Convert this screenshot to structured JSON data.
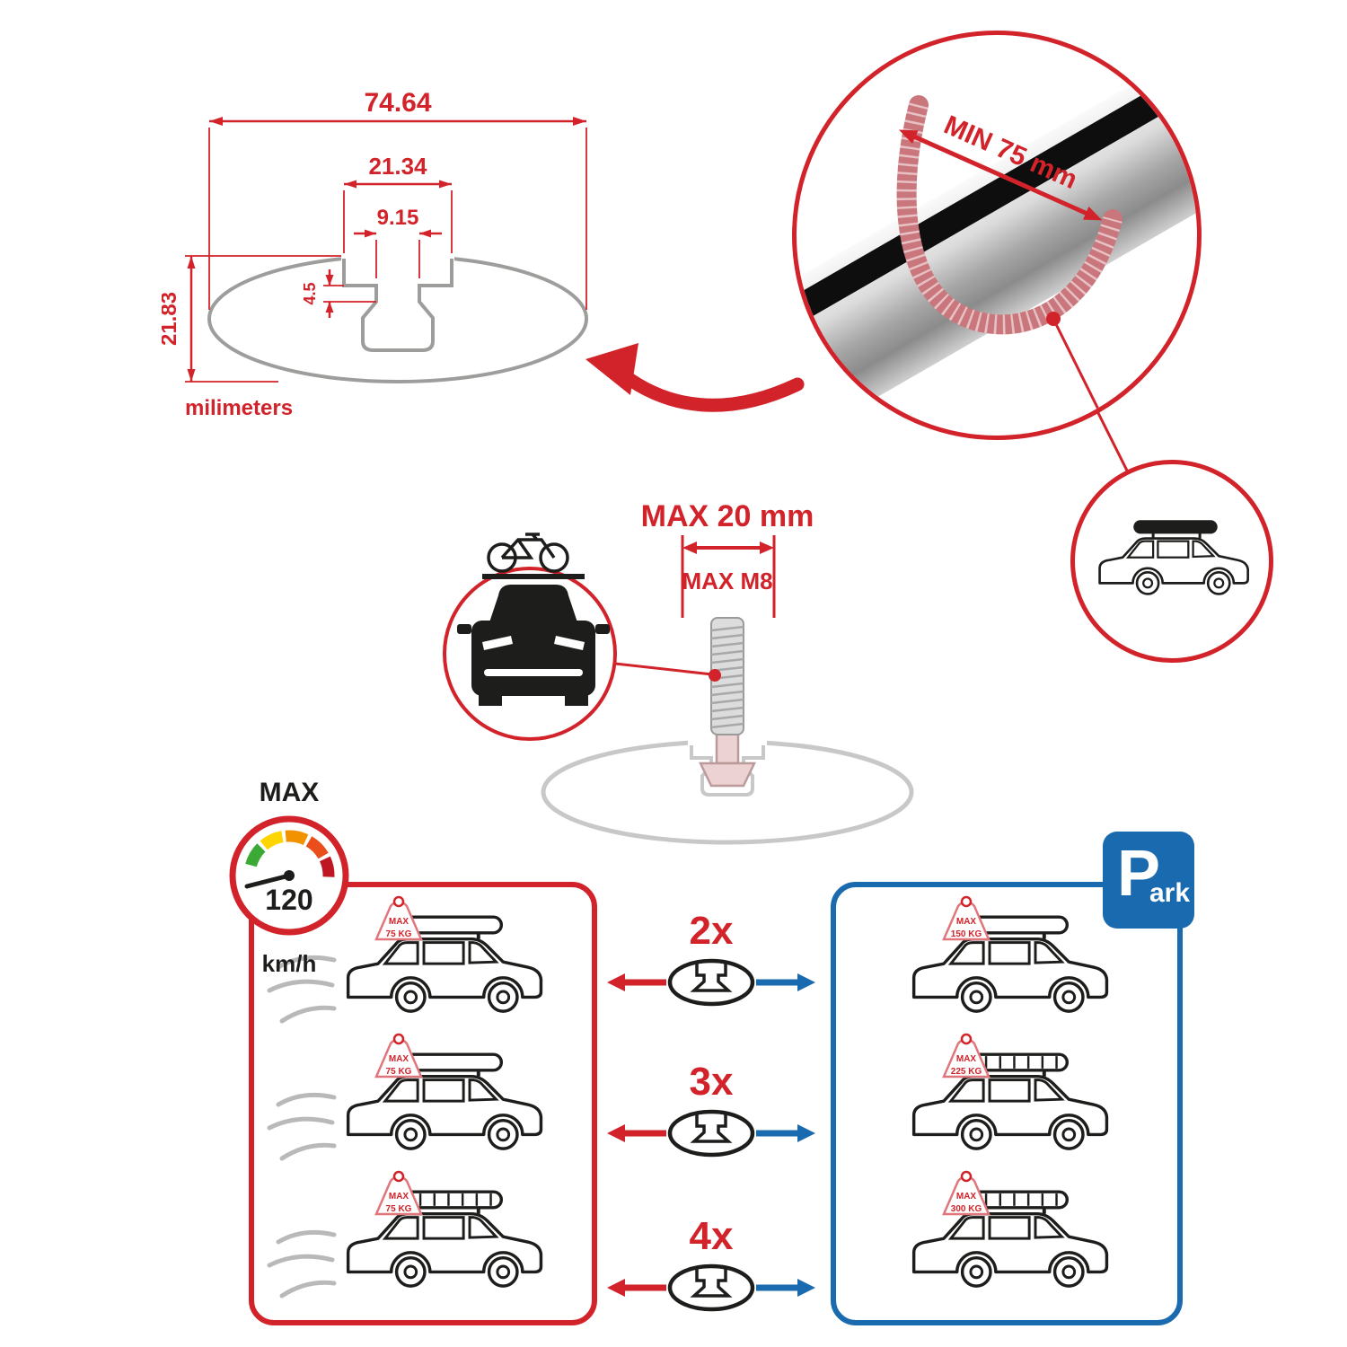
{
  "profile_dimensions": {
    "total_width": "74.64",
    "channel_width": "21.34",
    "slot_width": "9.15",
    "lip_depth": "4.5",
    "total_height": "21.83",
    "units_label": "milimeters"
  },
  "bar_detail": {
    "min_span": "MIN 75 mm"
  },
  "bolt": {
    "max_width": "MAX 20 mm",
    "max_thread": "MAX M8"
  },
  "speed_limit": {
    "label": "MAX",
    "value": "120",
    "unit": "km/h"
  },
  "park_sign": {
    "letter": "P",
    "rest": "ark"
  },
  "driving_cars": [
    {
      "tag_label": "MAX",
      "tag_weight": "75 KG",
      "cargo": "roof-box"
    },
    {
      "tag_label": "MAX",
      "tag_weight": "75 KG",
      "cargo": "roof-box"
    },
    {
      "tag_label": "MAX",
      "tag_weight": "75 KG",
      "cargo": "roof-basket"
    }
  ],
  "bar_quantities": [
    {
      "count": "2x"
    },
    {
      "count": "3x"
    },
    {
      "count": "4x"
    }
  ],
  "parked_cars": [
    {
      "tag_label": "MAX",
      "tag_weight": "150 KG",
      "cargo": "roof-box"
    },
    {
      "tag_label": "MAX",
      "tag_weight": "225 KG",
      "cargo": "roof-basket"
    },
    {
      "tag_label": "MAX",
      "tag_weight": "300 KG",
      "cargo": "roof-basket"
    }
  ],
  "colors": {
    "red": "#d2232a",
    "blue": "#1a6ab0",
    "gray": "#9d9d9c"
  }
}
